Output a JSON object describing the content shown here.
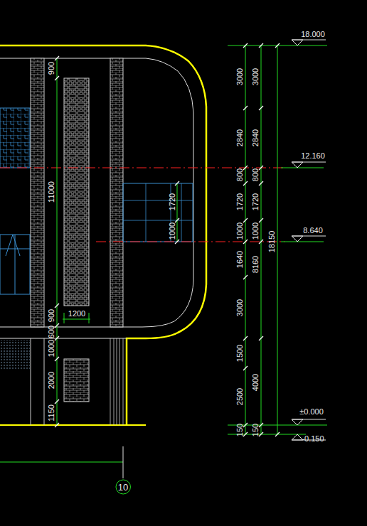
{
  "diagram": {
    "nodes": [
      {
        "text": [
          "10"
        ]
      }
    ],
    "labels": [
      "900",
      "11000",
      "900",
      "600",
      "1000",
      "2000",
      "1150",
      "1200",
      "1720",
      "1000",
      "3000",
      "2840",
      "800",
      "1720",
      "1000",
      "1640",
      "3000",
      "1500",
      "2500",
      "150",
      "3000",
      "2840",
      "800",
      "1720",
      "1000",
      "8160",
      "4000",
      "150",
      "18150",
      "18.000",
      "12.160",
      "8.640",
      "±0.000",
      "-0.150"
    ]
  }
}
